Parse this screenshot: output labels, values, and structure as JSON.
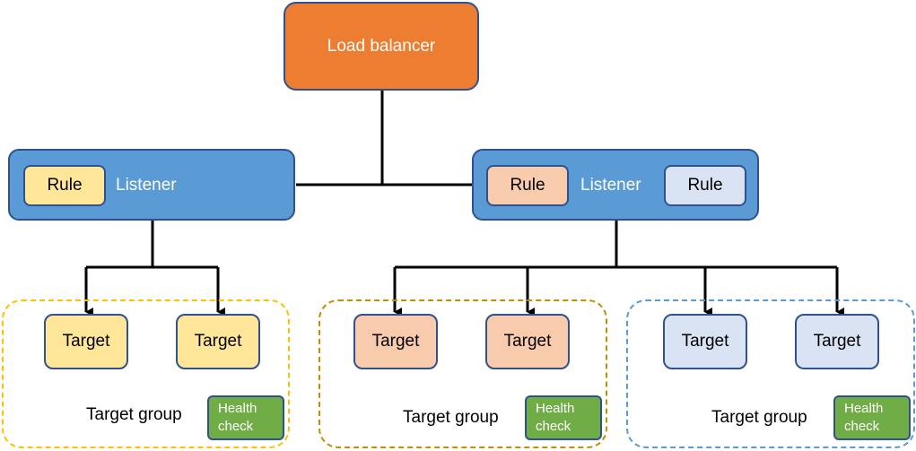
{
  "load_balancer": {
    "label": "Load balancer"
  },
  "listeners": [
    {
      "label": "Listener",
      "rules": [
        {
          "label": "Rule",
          "color": "#ffe699"
        }
      ]
    },
    {
      "label": "Listener",
      "rules": [
        {
          "label": "Rule",
          "color": "#f8cbad"
        },
        {
          "label": "Rule",
          "color": "#dae3f3"
        }
      ]
    }
  ],
  "target_groups": [
    {
      "label": "Target group",
      "border_color": "#ffc000",
      "fill": "#ffe699",
      "targets": [
        "Target",
        "Target"
      ],
      "health_check": [
        "Health",
        "check"
      ]
    },
    {
      "label": "Target group",
      "border_color": "#bf9000",
      "fill": "#f8cbad",
      "targets": [
        "Target",
        "Target"
      ],
      "health_check": [
        "Health",
        "check"
      ]
    },
    {
      "label": "Target group",
      "border_color": "#5b9bd5",
      "fill": "#dae3f3",
      "targets": [
        "Target",
        "Target"
      ],
      "health_check": [
        "Health",
        "check"
      ]
    }
  ],
  "colors": {
    "load_balancer": "#ed7d31",
    "listener": "#5b9bd5",
    "health_check": "#70ad47",
    "outline": "#2f528f",
    "connector": "#000000"
  }
}
